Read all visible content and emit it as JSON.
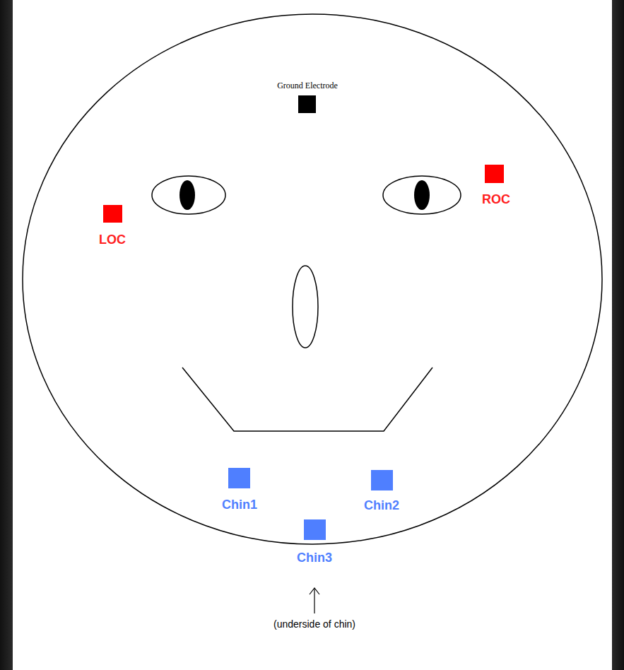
{
  "diagram": {
    "labels": [
      "Ground Electrode",
      "ROC",
      "LOC",
      "Chin1",
      "Chin2",
      "Chin3",
      "(underside of chin)"
    ]
  }
}
